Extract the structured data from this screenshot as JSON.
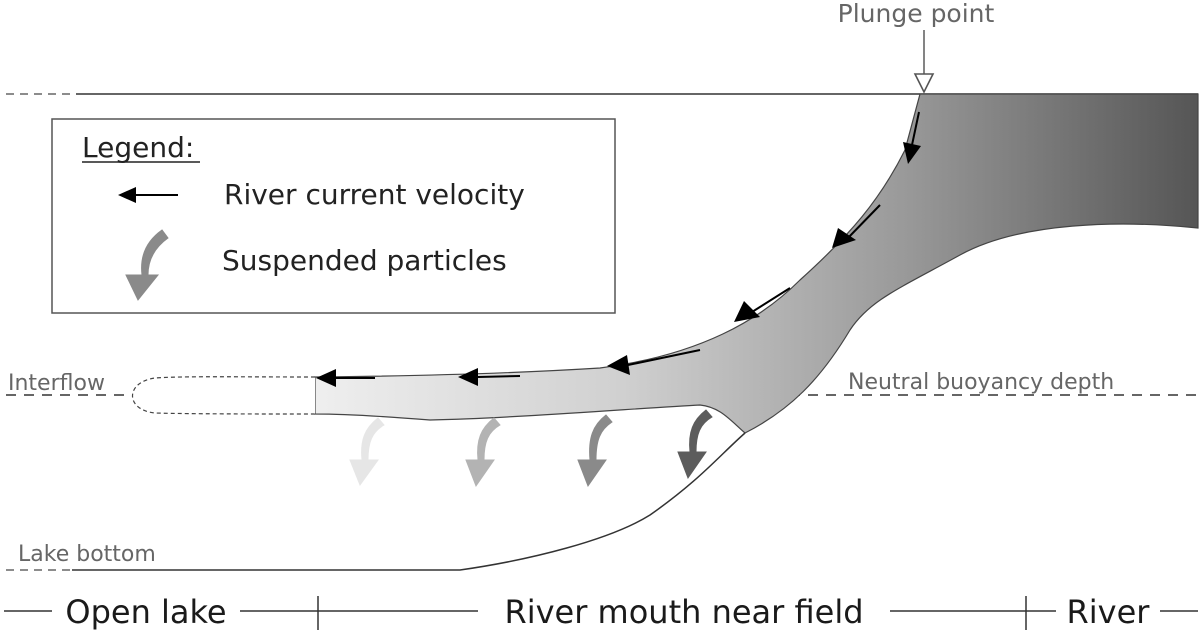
{
  "labels": {
    "plunge_point": "Plunge point",
    "interflow": "Interflow",
    "neutral_buoyancy_depth": "Neutral buoyancy depth",
    "lake_bottom": "Lake bottom"
  },
  "legend": {
    "title": "Legend:",
    "items": [
      {
        "label": "River current velocity",
        "icon": "arrow-left-icon"
      },
      {
        "label": "Suspended particles",
        "icon": "curved-arrow-down-icon"
      }
    ]
  },
  "zones": {
    "open_lake": "Open lake",
    "river_mouth": "River mouth near field",
    "river": "River"
  },
  "colors": {
    "flow_dark": "#555555",
    "flow_light": "#ffffff",
    "line": "#333333",
    "label": "#666666",
    "particle_shades": [
      "#e6e6e6",
      "#b3b3b3",
      "#8a8a8a",
      "#5c5c5c"
    ]
  }
}
